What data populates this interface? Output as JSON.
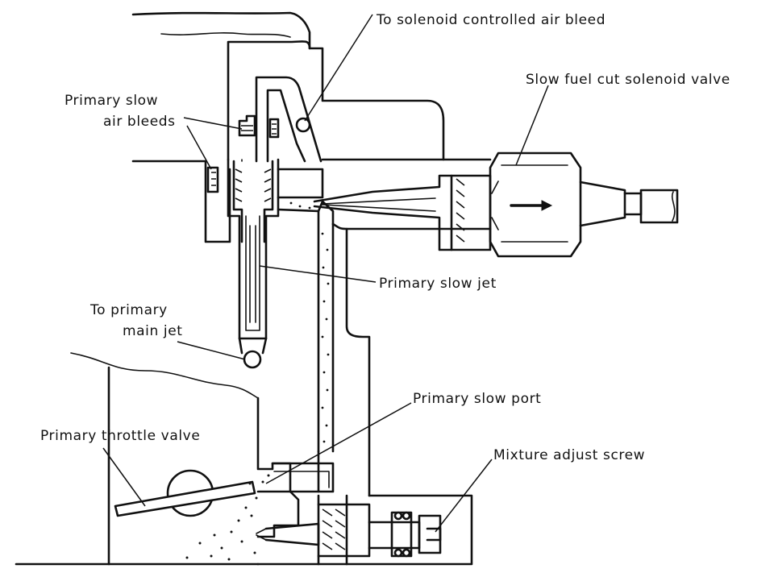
{
  "labels": {
    "solenoid_air_bleed": "To solenoid controlled air bleed",
    "fuel_cut_valve": "Slow fuel cut solenoid valve",
    "slow_air_bleeds_line1": "Primary slow",
    "slow_air_bleeds_line2": "air bleeds",
    "slow_jet": "Primary slow jet",
    "main_jet_line1": "To primary",
    "main_jet_line2": "main jet",
    "slow_port": "Primary slow port",
    "throttle_valve": "Primary throttle valve",
    "mixture_screw": "Mixture adjust screw"
  }
}
